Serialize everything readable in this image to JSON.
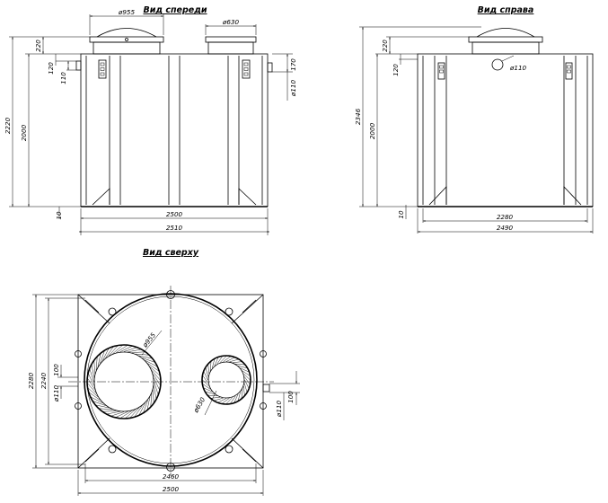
{
  "views": {
    "front": {
      "title": "Вид спереди",
      "dims": {
        "hatch_large_dia": "ø955",
        "hatch_small_dia": "ø630",
        "height_total": "2220",
        "height_body": "2000",
        "hatch_height": "220",
        "inlet_top": "120",
        "inlet_dia": "110",
        "outlet_top": "170",
        "outlet_dia": "ø110",
        "bottom": "10",
        "width_body": "2500",
        "width_total": "2510"
      }
    },
    "right": {
      "title": "Вид справа",
      "dims": {
        "pipe_dia": "ø110",
        "height_total": "2346",
        "height_body": "2000",
        "hatch_height": "220",
        "inlet_top": "120",
        "bottom": "10",
        "width_body": "2280",
        "width_total": "2490"
      }
    },
    "top": {
      "title": "Вид сверху",
      "dims": {
        "large_dia": "ø955",
        "small_dia": "ø630",
        "height_outer": "2280",
        "height_inner": "2240",
        "left_offset": "100",
        "left_pipe": "ø110",
        "right_pipe": "ø110",
        "right_offset": "100",
        "width_inner": "2460",
        "width_outer": "2500"
      }
    }
  }
}
